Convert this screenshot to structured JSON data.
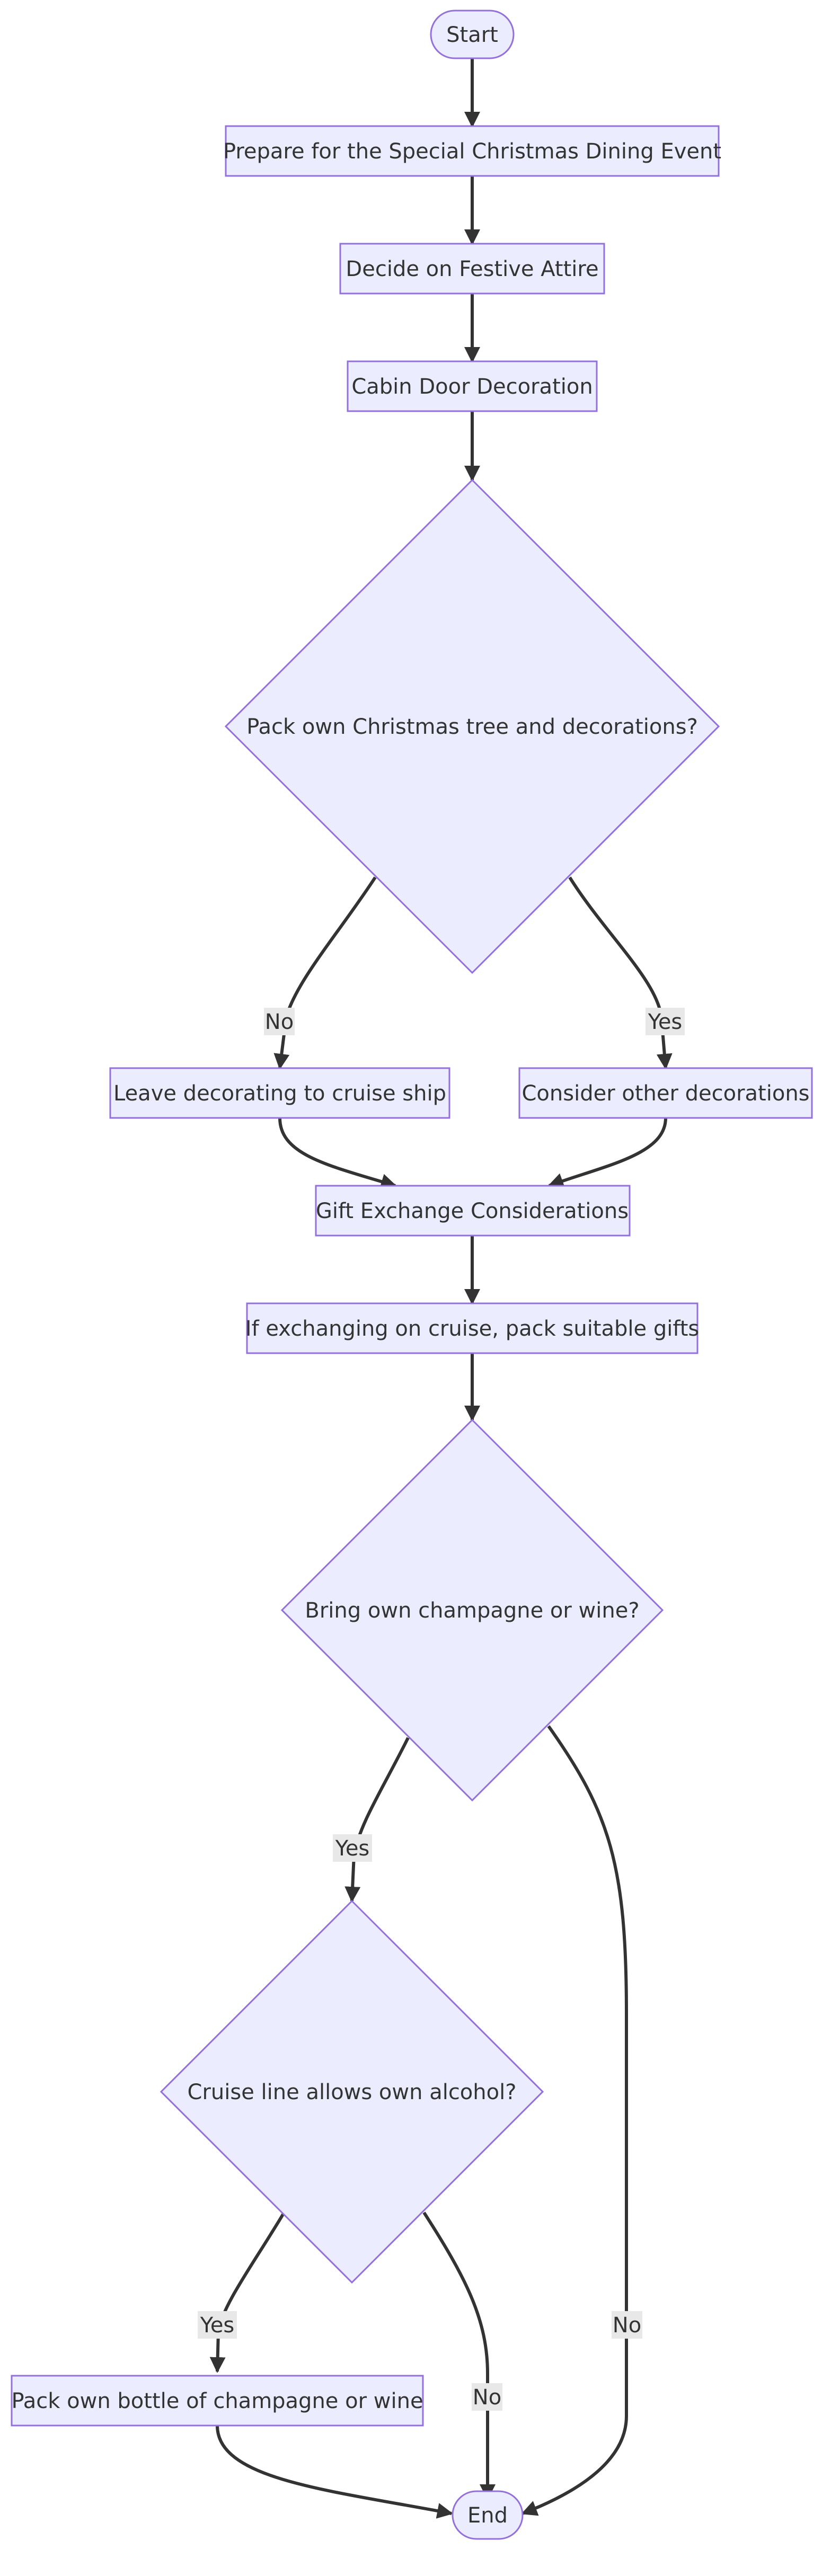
{
  "nodes": {
    "start": "Start",
    "prepare": "Prepare for the Special Christmas Dining Event",
    "attire": "Decide on Festive Attire",
    "cabin": "Cabin Door Decoration",
    "tree_decision": "Pack own Christmas tree and decorations?",
    "leave": "Leave decorating to cruise ship",
    "other_dec": "Consider other decorations",
    "gift": "Gift Exchange Considerations",
    "pack_gifts": "If exchanging on cruise, pack suitable gifts",
    "champagne_decision": "Bring own champagne or wine?",
    "alcohol_decision": "Cruise line allows own alcohol?",
    "pack_bottle": "Pack own bottle of champagne or wine",
    "end": "End"
  },
  "edge_labels": {
    "tree_no": "No",
    "tree_yes": "Yes",
    "champ_yes": "Yes",
    "champ_no": "No",
    "alcohol_yes": "Yes",
    "alcohol_no": "No"
  },
  "colors": {
    "node_fill": "#ECECFF",
    "node_stroke": "#9370DB",
    "edge": "#333333",
    "label_bg": "#e8e8e8"
  }
}
